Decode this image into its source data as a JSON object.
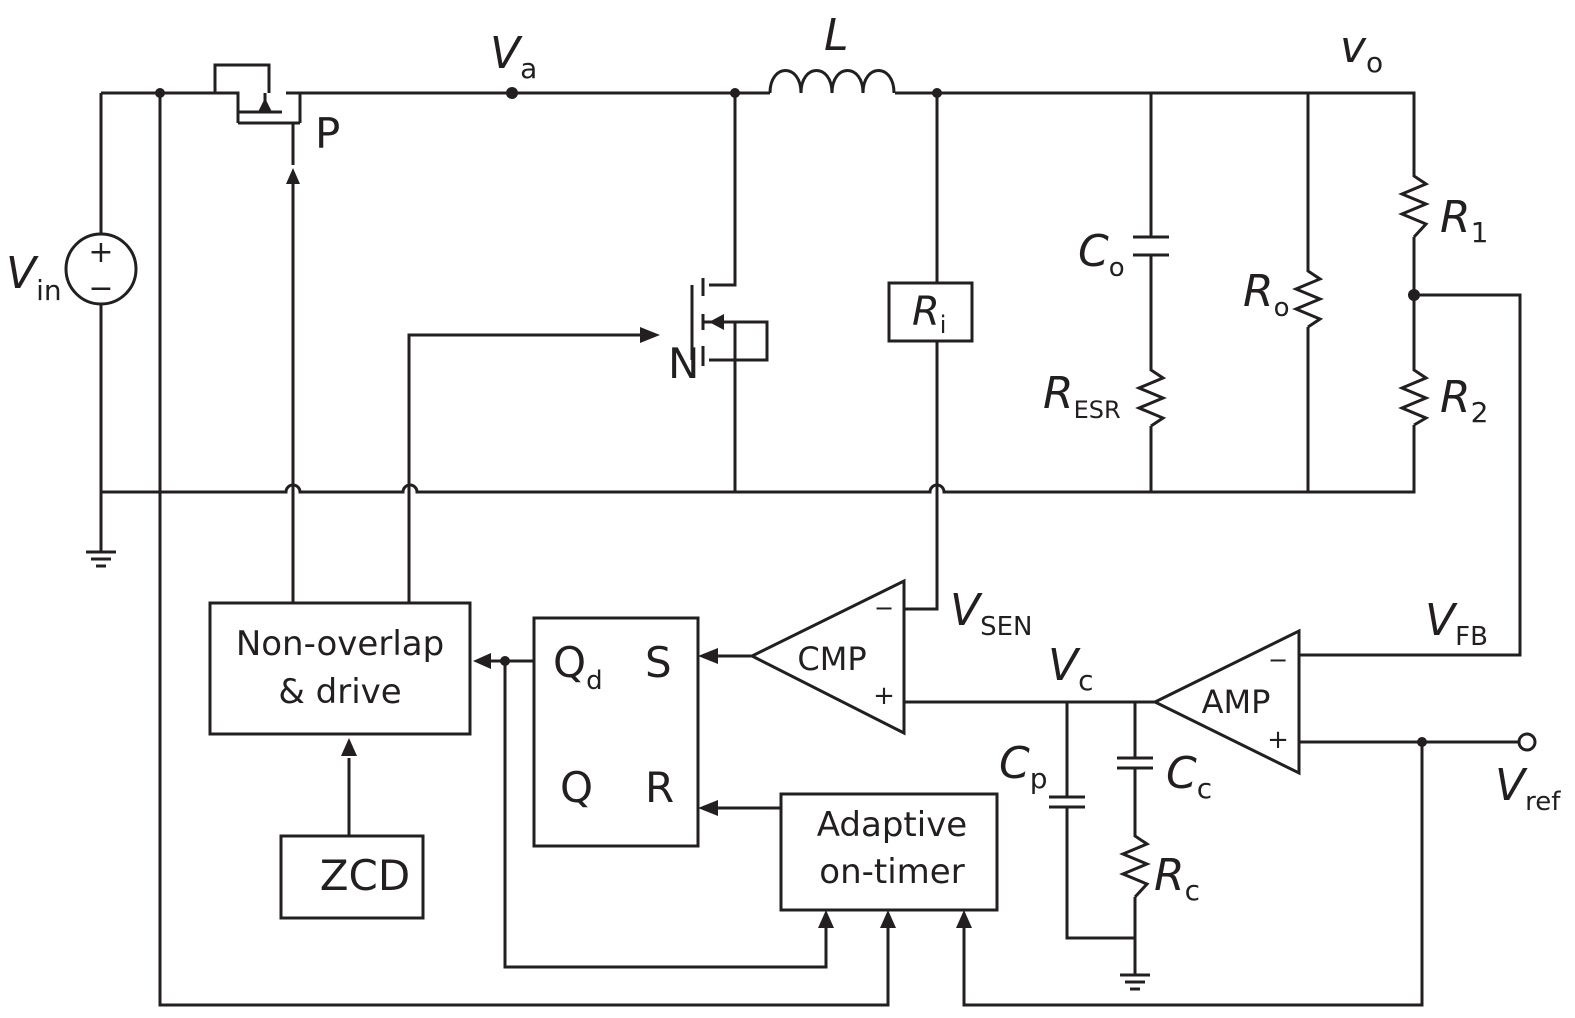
{
  "labels": {
    "vin": "V",
    "vin_sub": "in",
    "va": "V",
    "va_sub": "a",
    "inductor": "L",
    "vo": "v",
    "vo_sub": "o",
    "p": "P",
    "n": "N",
    "ri": "R",
    "ri_sub": "i",
    "co": "C",
    "co_sub": "o",
    "resr": "R",
    "resr_sub": "ESR",
    "ro": "R",
    "ro_sub": "o",
    "r1": "R",
    "r1_sub": "1",
    "r2": "R",
    "r2_sub": "2",
    "vsen": "V",
    "vsen_sub": "SEN",
    "vfb": "V",
    "vfb_sub": "FB",
    "vc": "V",
    "vc_sub": "c",
    "cp": "C",
    "cp_sub": "p",
    "cc": "C",
    "cc_sub": "c",
    "rc": "R",
    "rc_sub": "c",
    "vref": "V",
    "vref_sub": "ref"
  },
  "blocks": {
    "nonoverlap_line1": "Non-overlap",
    "nonoverlap_line2": "& drive",
    "zcd": "ZCD",
    "latch_qd": "Q",
    "latch_qd_sub": "d",
    "latch_s": "S",
    "latch_q": "Q",
    "latch_r": "R",
    "timer_line1": "Adaptive",
    "timer_line2": "on-timer",
    "cmp": "CMP",
    "amp": "AMP"
  },
  "signs": {
    "plus": "+",
    "minus": "−",
    "ac_minus": "−"
  }
}
